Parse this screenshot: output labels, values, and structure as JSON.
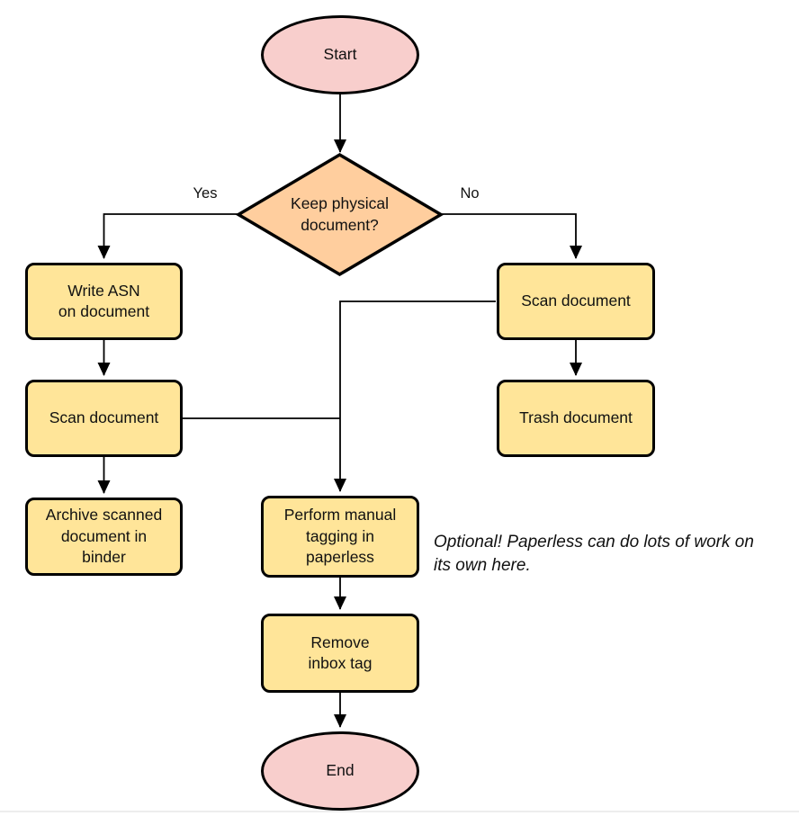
{
  "colors": {
    "terminator_fill": "#f8cecc",
    "decision_fill": "#ffce9e",
    "process_fill": "#ffe599",
    "stroke": "#000000",
    "text": "#111111",
    "divider": "#ededed"
  },
  "nodes": {
    "start": "Start",
    "decision": "Keep physical\ndocument?",
    "write_asn": "Write ASN\non document",
    "scan_left": "Scan document",
    "archive": "Archive scanned\ndocument in\nbinder",
    "scan_right": "Scan document",
    "trash": "Trash document",
    "tagging": "Perform manual\ntagging in\npaperless",
    "remove_inbox": "Remove\ninbox tag",
    "end": "End"
  },
  "edge_labels": {
    "yes": "Yes",
    "no": "No"
  },
  "annotation": "Optional! Paperless can do lots of work on\nits own here."
}
